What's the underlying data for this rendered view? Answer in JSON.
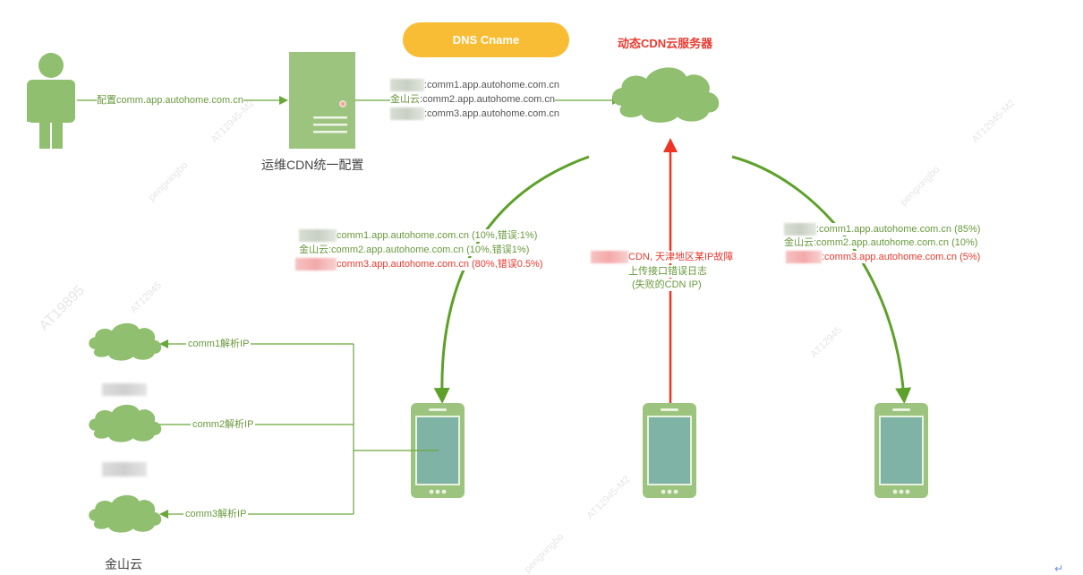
{
  "dns_cname_label": "DNS Cname",
  "cdn_server_title": "动态CDN云服务器",
  "user_to_ops_label": "配置comm.app.autohome.com.cn",
  "ops_server_label": "运维CDN统一配置",
  "cname_mappings": [
    {
      "provider": "[redacted]",
      "value": ":comm1.app.autohome.com.cn",
      "redacted": true
    },
    {
      "provider": "金山云",
      "value": ":comm2.app.autohome.com.cn",
      "redacted": false
    },
    {
      "provider": "[redacted]",
      "value": ":comm3.app.autohome.com.cn",
      "redacted": true
    }
  ],
  "left_device_stats": [
    {
      "provider": "[redacted]",
      "value": "comm1.app.autohome.com.cn (10%,错误:1%)",
      "color": "green",
      "redacted": true
    },
    {
      "provider": "金山云",
      "value": ":comm2.app.autohome.com.cn (10%,错误1%)",
      "color": "green",
      "redacted": false
    },
    {
      "provider": "[redacted]",
      "value": "comm3.app.autohome.com.cn (80%,错误0.5%)",
      "color": "red",
      "redacted": true
    }
  ],
  "middle_report": {
    "line1": "CDN, 天津地区某IP故障",
    "line2": "上传接口错误日志",
    "line3": "(失败的CDN IP)"
  },
  "right_device_stats": [
    {
      "provider": "[redacted]云",
      "value": ":comm1.app.autohome.com.cn (85%)",
      "color": "green",
      "redacted": true
    },
    {
      "provider": "金山云",
      "value": ":comm2.app.autohome.com.cn (10%)",
      "color": "green",
      "redacted": false
    },
    {
      "provider": "[redacted]",
      "value": ":comm3.app.autohome.com.cn (5%)",
      "color": "red",
      "redacted": true
    }
  ],
  "resolve_labels": [
    "comm1解析IP",
    "comm2解析IP",
    "comm3解析IP"
  ],
  "cloud_provider_labels": [
    "[redacted]",
    "[redacted]",
    "金山云"
  ],
  "return_mark": "↵",
  "colors": {
    "green": "#8fbf6f",
    "green_text": "#6a9a3e",
    "arrow_green": "#6aa63a",
    "red": "#e83a2f",
    "orange": "#f8bd34",
    "phone_screen": "#7fb3a6"
  }
}
